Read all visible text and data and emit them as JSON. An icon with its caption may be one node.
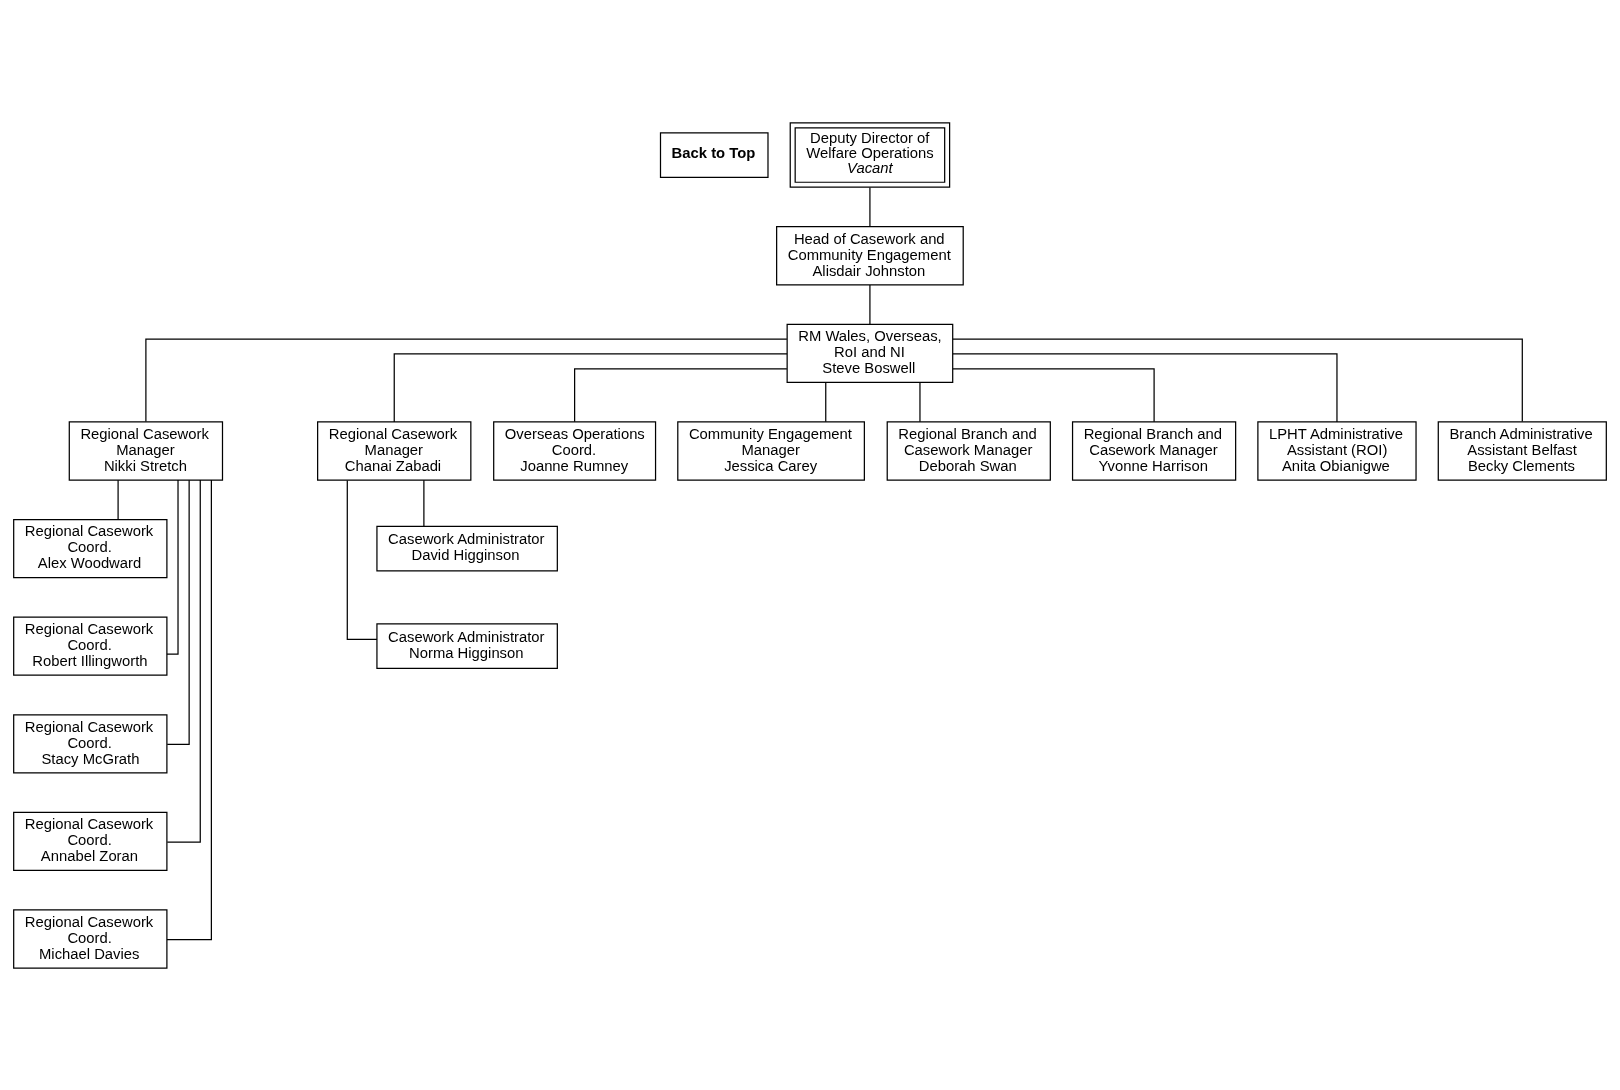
{
  "diagram": {
    "nodes": [
      {
        "text": [
          "Back to Top"
        ]
      },
      {
        "text": [
          "Deputy Director of Welfare Operations",
          "Vacant"
        ]
      },
      {
        "text": [
          "Head of Casework and Community Engagement",
          "Alisdair Johnston"
        ]
      },
      {
        "text": [
          "RM Wales, Overseas, RoI and NI",
          "Steve Boswell"
        ]
      },
      {
        "text": [
          "Regional Casework Manager",
          "Nikki Stretch"
        ]
      },
      {
        "text": [
          "Regional Casework Manager",
          "Chanai Zabadi"
        ]
      },
      {
        "text": [
          "Overseas Operations Coord.",
          "Joanne Rumney"
        ]
      },
      {
        "text": [
          "Community Engagement Manager",
          "Jessica Carey"
        ]
      },
      {
        "text": [
          "Regional Branch and Casework Manager",
          "Deborah Swan"
        ]
      },
      {
        "text": [
          "Regional Branch and Casework Manager",
          "Yvonne Harrison"
        ]
      },
      {
        "text": [
          "LPHT Administrative Assistant (ROI)",
          "Anita Obianigwe"
        ]
      },
      {
        "text": [
          "Branch Administrative Assistant Belfast",
          "Becky Clements"
        ]
      },
      {
        "text": [
          "Regional Casework Coord.",
          "Alex Woodward"
        ]
      },
      {
        "text": [
          "Regional Casework Coord.",
          "Robert Illingworth"
        ]
      },
      {
        "text": [
          "Regional Casework Coord.",
          "Stacy McGrath"
        ]
      },
      {
        "text": [
          "Regional Casework Coord.",
          "Annabel Zoran"
        ]
      },
      {
        "text": [
          "Regional Casework Coord.",
          "Michael Davies"
        ]
      },
      {
        "text": [
          "Casework Administrator",
          "David Higginson"
        ]
      },
      {
        "text": [
          "Casework Administrator",
          "Norma Higginson"
        ]
      }
    ],
    "edges": [
      {
        "from": 1,
        "to": 2,
        "arrow": "none"
      },
      {
        "from": 2,
        "to": 3,
        "arrow": "none"
      },
      {
        "from": 3,
        "to": 4,
        "arrow": "none"
      },
      {
        "from": 3,
        "to": 5,
        "arrow": "none"
      },
      {
        "from": 3,
        "to": 6,
        "arrow": "none"
      },
      {
        "from": 3,
        "to": 7,
        "arrow": "none"
      },
      {
        "from": 3,
        "to": 8,
        "arrow": "none"
      },
      {
        "from": 3,
        "to": 9,
        "arrow": "none"
      },
      {
        "from": 3,
        "to": 10,
        "arrow": "none"
      },
      {
        "from": 3,
        "to": 11,
        "arrow": "none"
      },
      {
        "from": 4,
        "to": 12,
        "arrow": "none"
      },
      {
        "from": 4,
        "to": 13,
        "arrow": "none"
      },
      {
        "from": 4,
        "to": 14,
        "arrow": "none"
      },
      {
        "from": 4,
        "to": 15,
        "arrow": "none"
      },
      {
        "from": 4,
        "to": 16,
        "arrow": "none"
      },
      {
        "from": 5,
        "to": 17,
        "arrow": "none"
      },
      {
        "from": 5,
        "to": 18,
        "arrow": "none"
      }
    ]
  }
}
